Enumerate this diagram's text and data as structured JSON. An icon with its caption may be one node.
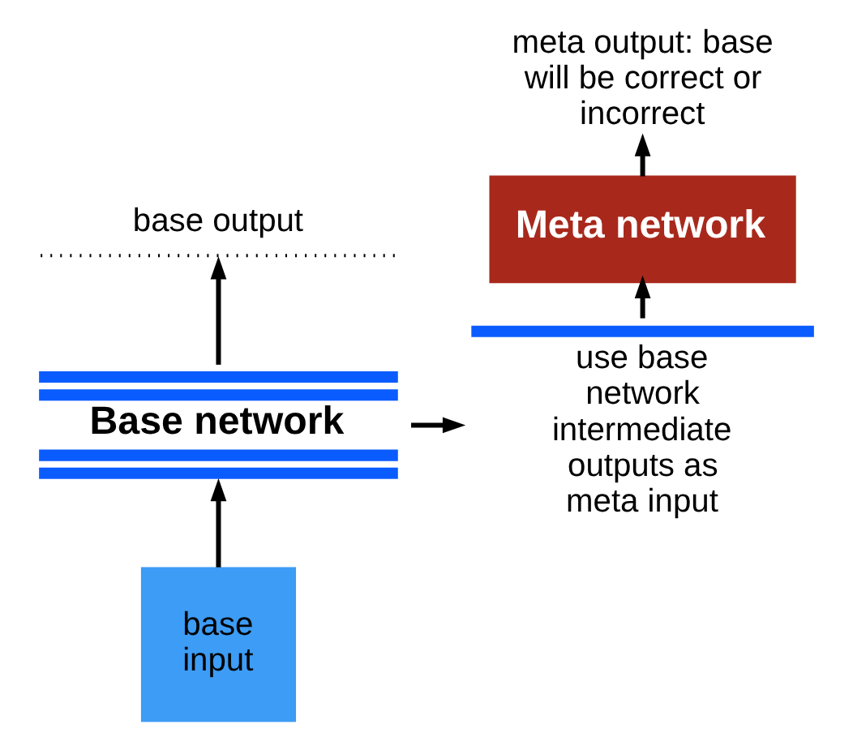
{
  "diagram": {
    "nodes": [
      {
        "text": [
          "base input"
        ]
      },
      {
        "text": [
          "Base network"
        ]
      },
      {
        "text": [
          "base output"
        ]
      },
      {
        "text": [],
        "shape": "bar",
        "beside": [
          "use base network intermediate outputs as meta input"
        ]
      },
      {
        "text": [
          "Meta network"
        ]
      },
      {
        "text": [
          "meta output: base will be correct or incorrect"
        ]
      }
    ],
    "edges": [
      {
        "from": 0,
        "to": 1,
        "arrow": "to"
      },
      {
        "from": 1,
        "to": 2,
        "arrow": "to"
      },
      {
        "from": 1,
        "to": 3,
        "arrow": "to"
      },
      {
        "from": 3,
        "to": 4,
        "arrow": "to"
      },
      {
        "from": 4,
        "to": 5,
        "arrow": "to"
      }
    ]
  }
}
